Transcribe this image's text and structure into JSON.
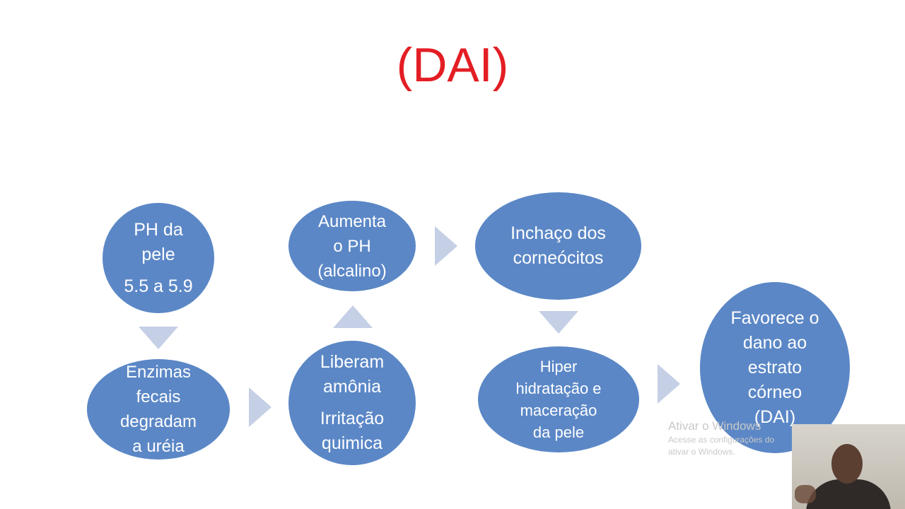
{
  "slide": {
    "title": "(DAI)",
    "title_color": "#e31e24"
  },
  "colors": {
    "node_fill": "#5b87c6",
    "arrow_fill": "#c5cfe5"
  },
  "nodes": [
    {
      "id": "ph-pele",
      "lines": [
        "PH da\npele",
        "5.5 a 5.9"
      ]
    },
    {
      "id": "enzimas",
      "lines": [
        "Enzimas\nfecais\ndegradam\na uréia"
      ]
    },
    {
      "id": "liberam",
      "lines": [
        "Liberam\namônia",
        "Irritação\nquimica"
      ]
    },
    {
      "id": "aumenta",
      "lines": [
        "Aumenta\no PH\n(alcalino)"
      ]
    },
    {
      "id": "inchaco",
      "lines": [
        "Inchaço dos\ncorneócitos"
      ]
    },
    {
      "id": "hiper",
      "lines": [
        "Hiper\nhidratação e\nmaceração\nda pele"
      ]
    },
    {
      "id": "favorece",
      "lines": [
        "Favorece o\ndano ao\nestrato\ncórneo\n(DAI)"
      ]
    }
  ],
  "watermark": {
    "title": "Ativar o Windows",
    "line1": "Acesse as configurações do",
    "line2": "ativar o Windows."
  }
}
